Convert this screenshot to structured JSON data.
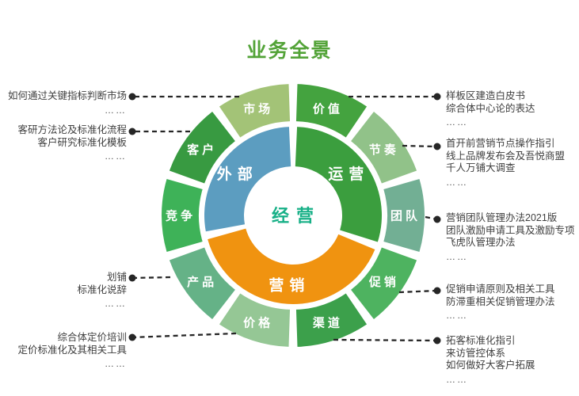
{
  "title": "业务全景",
  "colors": {
    "title": "#53a338",
    "center_text": "#17b087",
    "connector": "#262626",
    "annotation_text": "#404040"
  },
  "center": {
    "label": "经营"
  },
  "inner_ring": [
    {
      "id": "operation",
      "label": "运营",
      "color": "#3b9e3e"
    },
    {
      "id": "marketing",
      "label": "营销",
      "color": "#f09310"
    },
    {
      "id": "external",
      "label": "外部",
      "color": "#5c9dc0"
    }
  ],
  "outer_ring": [
    {
      "id": "value",
      "label": "价值",
      "color": "#44a33f"
    },
    {
      "id": "rhythm",
      "label": "节奏",
      "color": "#91c289"
    },
    {
      "id": "team",
      "label": "团队",
      "color": "#72af94"
    },
    {
      "id": "promotion",
      "label": "促销",
      "color": "#4eb360"
    },
    {
      "id": "channel",
      "label": "渠道",
      "color": "#3ca04b"
    },
    {
      "id": "price",
      "label": "价格",
      "color": "#95c795"
    },
    {
      "id": "product",
      "label": "产品",
      "color": "#65b287"
    },
    {
      "id": "competition",
      "label": "竞争",
      "color": "#3eb258"
    },
    {
      "id": "customer",
      "label": "客户",
      "color": "#389a41"
    },
    {
      "id": "market",
      "label": "市场",
      "color": "#a3c377"
    }
  ],
  "annotations": {
    "left": [
      {
        "target": "market",
        "lines": [
          "如何通过关键指标判断市场"
        ],
        "ellipsis": "……"
      },
      {
        "target": "customer",
        "lines": [
          "客研方法论及标准化流程",
          "客户研究标准化模板"
        ],
        "ellipsis": "……"
      },
      {
        "target": "product",
        "lines": [
          "划铺",
          "标准化说辞"
        ],
        "ellipsis": "……"
      },
      {
        "target": "price",
        "lines": [
          "综合体定价培训",
          "定价标准化及其相关工具"
        ],
        "ellipsis": "……"
      }
    ],
    "right": [
      {
        "target": "value",
        "lines": [
          "样板区建造白皮书",
          "综合体中心论的表达"
        ],
        "ellipsis": "……"
      },
      {
        "target": "rhythm",
        "lines": [
          "首开前营销节点操作指引",
          "线上品牌发布会及吾悦商盟",
          "千人万铺大调查"
        ],
        "ellipsis": "……"
      },
      {
        "target": "team",
        "lines": [
          "营销团队管理办法2021版",
          "团队激励申请工具及激励专项",
          "飞虎队管理办法"
        ],
        "ellipsis": "……"
      },
      {
        "target": "promotion",
        "lines": [
          "促销申请原则及相关工具",
          "防滞重相关促销管理办法"
        ],
        "ellipsis": "……"
      },
      {
        "target": "channel",
        "lines": [
          "拓客标准化指引",
          "来访管控体系",
          "如何做好大客户拓展"
        ],
        "ellipsis": "……"
      }
    ]
  }
}
